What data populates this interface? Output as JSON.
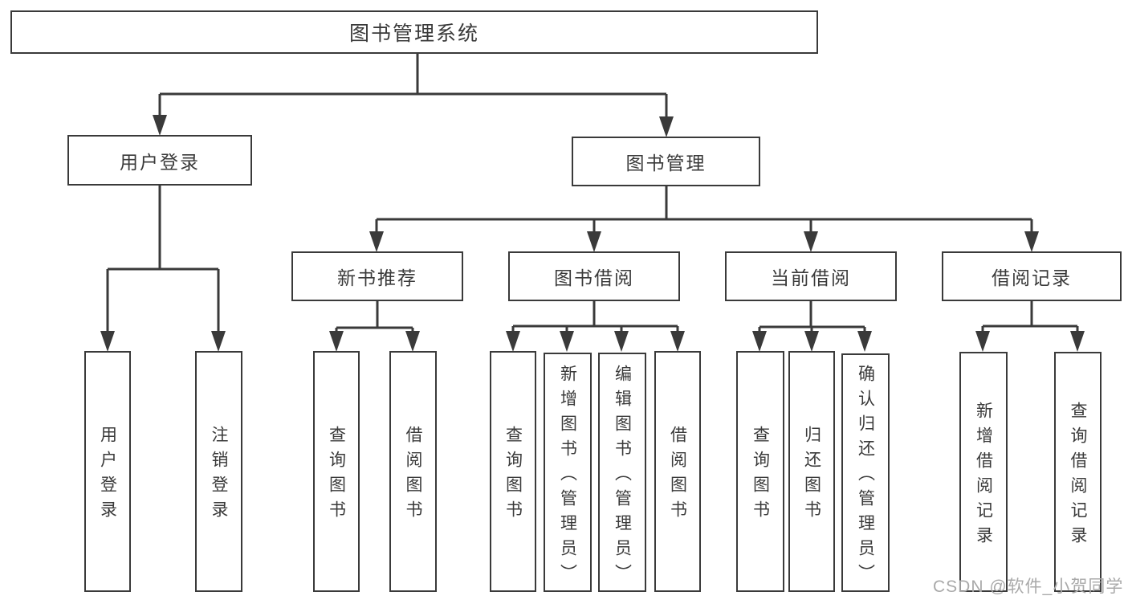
{
  "tree": {
    "root": "图书管理系统",
    "branches": [
      {
        "label": "用户登录",
        "children": [
          {
            "label": "用户登录"
          },
          {
            "label": "注销登录"
          }
        ]
      },
      {
        "label": "图书管理",
        "groups": [
          {
            "label": "新书推荐",
            "children": [
              {
                "label": "查询图书"
              },
              {
                "label": "借阅图书"
              }
            ]
          },
          {
            "label": "图书借阅",
            "children": [
              {
                "label": "查询图书"
              },
              {
                "label": "新增图书（管理员）"
              },
              {
                "label": "编辑图书（管理员）"
              },
              {
                "label": "借阅图书"
              }
            ]
          },
          {
            "label": "当前借阅",
            "children": [
              {
                "label": "查询图书"
              },
              {
                "label": "归还图书"
              },
              {
                "label": "确认归还（管理员）"
              }
            ]
          },
          {
            "label": "借阅记录",
            "children": [
              {
                "label": "新增借阅记录"
              },
              {
                "label": "查询借阅记录"
              }
            ]
          }
        ]
      }
    ]
  },
  "watermark": "CSDN @软件_小贺同学",
  "colors": {
    "line": "#3a3a3a",
    "text": "#3a3a3a",
    "background": "#ffffff",
    "watermark": "#a9a9a9"
  }
}
